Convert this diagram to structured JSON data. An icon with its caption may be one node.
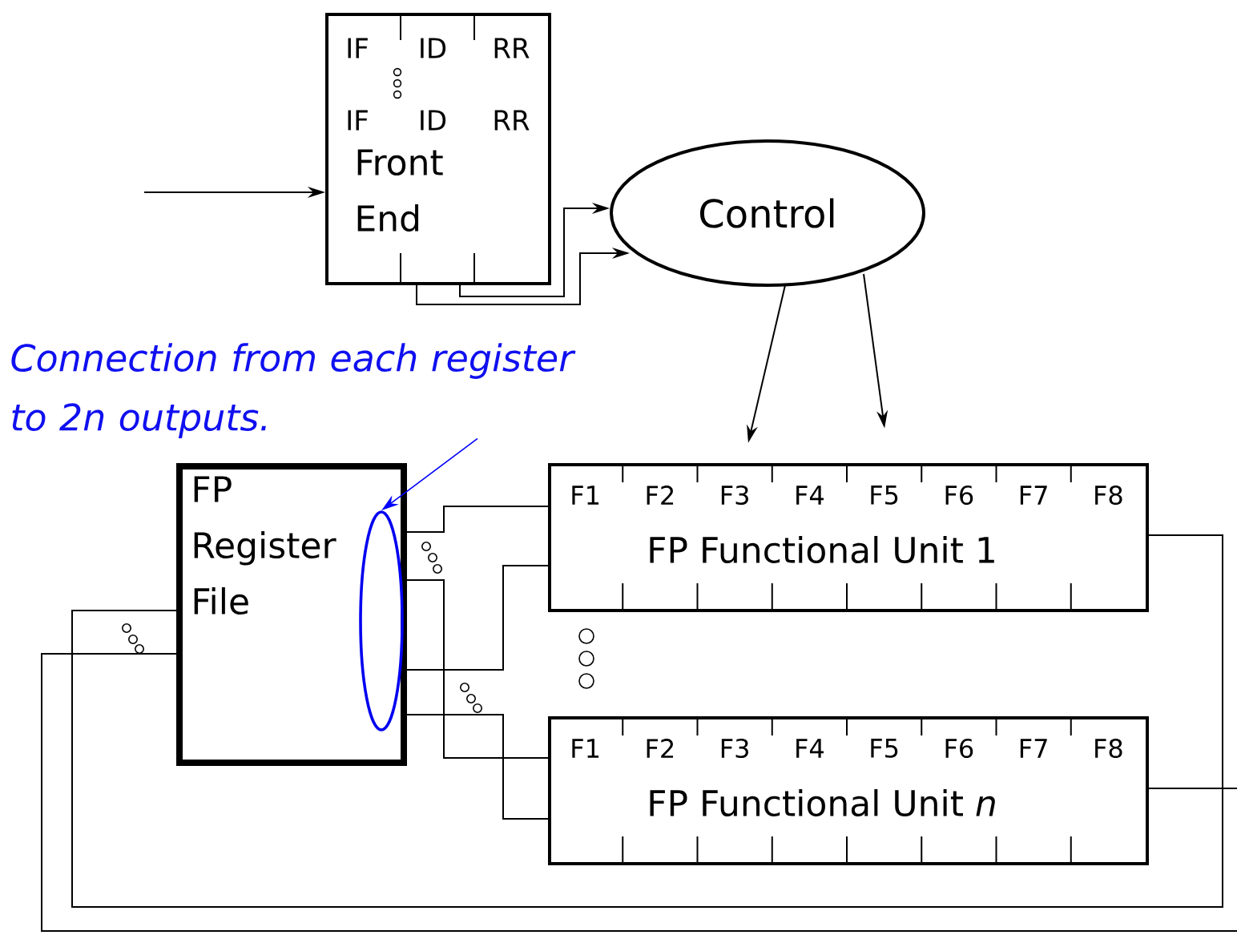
{
  "diagram": {
    "nodes": [
      {
        "text": [
          "IF",
          "ID",
          "RR",
          "IF",
          "ID",
          "RR",
          "Front End"
        ]
      },
      {
        "text": [
          "Control"
        ]
      },
      {
        "text": [
          "Connection from each register to 2n outputs."
        ]
      },
      {
        "text": [
          "FP Register File"
        ]
      },
      {
        "text": [],
        "shape": "circle",
        "in": 3
      },
      {
        "text": [
          "F1",
          "F2",
          "F3",
          "F4",
          "F5",
          "F6",
          "F7",
          "F8",
          "FP Functional Unit 1"
        ]
      },
      {
        "text": [
          "F1",
          "F2",
          "F3",
          "F4",
          "F5",
          "F6",
          "F7",
          "F8",
          "FP Functional Unit *n*"
        ]
      }
    ],
    "edges": [
      {
        "from": null,
        "to": 0,
        "arrow": "to"
      },
      {
        "from": 0,
        "to": 1,
        "arrow": "to"
      },
      {
        "from": 0,
        "to": 1,
        "arrow": "to"
      },
      {
        "from": 1,
        "to": 5,
        "arrow": "to"
      },
      {
        "from": 1,
        "to": 5,
        "arrow": "to"
      },
      {
        "from": 2,
        "to": 4,
        "arrow": "to",
        "color": "#0000ff"
      },
      {
        "from": 3,
        "to": 5,
        "arrow": "none"
      },
      {
        "from": 3,
        "to": 6,
        "arrow": "none"
      },
      {
        "from": 3,
        "to": 5,
        "arrow": "none"
      },
      {
        "from": 3,
        "to": 6,
        "arrow": "none"
      },
      {
        "from": 5,
        "to": 3,
        "arrow": "none"
      },
      {
        "from": 6,
        "to": 3,
        "arrow": "none"
      }
    ]
  }
}
